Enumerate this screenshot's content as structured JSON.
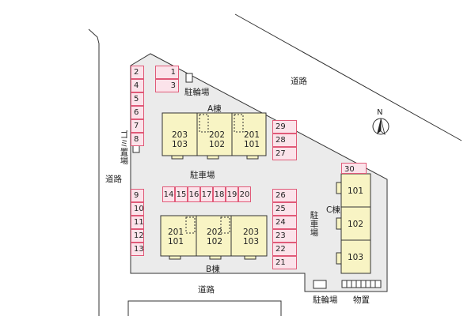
{
  "labels": {
    "road_top": "道路",
    "road_left": "道路",
    "road_bottom": "道路",
    "bicycle_top": "駐輪場",
    "bicycle_bottom": "駐輪場",
    "storage": "物置",
    "parking_center": "駐車場",
    "parking_right": "駐車場",
    "garbage": "ゴミ置場",
    "north": "N"
  },
  "buildings": {
    "a": {
      "name": "A棟",
      "units": [
        "203\n103",
        "202\n102",
        "201\n101"
      ]
    },
    "b": {
      "name": "B棟",
      "units": [
        "201\n101",
        "202\n102",
        "203\n103"
      ]
    },
    "c": {
      "name": "C棟",
      "units": [
        "101",
        "102",
        "103"
      ]
    }
  },
  "parking": {
    "top_left_right_col": [
      "1",
      "3"
    ],
    "left_col_top": [
      "2",
      "4",
      "5",
      "6",
      "7",
      "8"
    ],
    "a_right": [
      "29",
      "28",
      "27"
    ],
    "middle_row": [
      "14",
      "15",
      "16",
      "17",
      "18",
      "19",
      "20"
    ],
    "left_col_bottom": [
      "9",
      "10",
      "11",
      "12",
      "13"
    ],
    "b_right": [
      "26",
      "25",
      "24",
      "23",
      "22",
      "21"
    ],
    "c_top": [
      "30"
    ]
  },
  "colors": {
    "stall_border": "#e05a78",
    "stall_fill": "#fbe3ea",
    "building_fill": "#f8f4c4",
    "site_fill": "#ebebeb"
  }
}
